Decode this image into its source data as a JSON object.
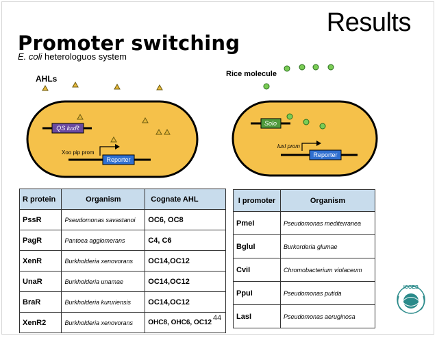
{
  "header": {
    "results": "Results",
    "title": "Promoter switching",
    "subtitle_italic": "E. coli",
    "subtitle_rest": " heterologuos system"
  },
  "diagram": {
    "ahl_label": "AHLs",
    "rice_label": "Rice molecule",
    "left_cell": {
      "receptor": "QS luxR",
      "promoter": "Xoo pip prom",
      "reporter": "Reporter"
    },
    "right_cell": {
      "receptor": "Solo",
      "promoter": "luxI prom",
      "reporter": "Reporter"
    },
    "colors": {
      "cell_fill": "#f5c14a",
      "ahl_fill": "#e8b93a",
      "rice_fill": "#7acc55",
      "receptor_fill": "#6a4aa0",
      "solo_fill": "#4f9a3c",
      "reporter_fill": "#2f6fd0",
      "table_header": "#c8dcec"
    }
  },
  "table_left": {
    "headers": [
      "R protein",
      "Organism",
      "Cognate AHL"
    ],
    "rows": [
      {
        "protein": "PssR",
        "organism": "Pseudomonas savastanoi",
        "ahl": "OC6, OC8"
      },
      {
        "protein": "PagR",
        "organism": "Pantoea agglomerans",
        "ahl": "C4, C6"
      },
      {
        "protein": "XenR",
        "organism": "Burkholderia xenovorans",
        "ahl": "OC14,OC12"
      },
      {
        "protein": "UnaR",
        "organism": "Burkholderia unamae",
        "ahl": "OC14,OC12"
      },
      {
        "protein": "BraR",
        "organism": "Burkholderia kururiensis",
        "ahl": "OC14,OC12"
      },
      {
        "protein": "XenR2",
        "organism": "Burkholderia xenovorans",
        "ahl": "OHC8, OHC6, OC12"
      }
    ]
  },
  "table_right": {
    "headers": [
      "I promoter",
      "Organism"
    ],
    "rows": [
      {
        "promoter": "PmeI",
        "organism": "Pseudomonas mediterranea"
      },
      {
        "promoter": "BgluI",
        "organism": "Burkorderia glumae"
      },
      {
        "promoter": "CviI",
        "organism": "Chromobacterium violaceum"
      },
      {
        "promoter": "PpuI",
        "organism": "Pseudomonas putida"
      },
      {
        "promoter": "LasI",
        "organism": "Pseudomonas aeruginosa"
      }
    ]
  },
  "footer": {
    "page_number": "44",
    "logo_text": "ICGEB"
  }
}
